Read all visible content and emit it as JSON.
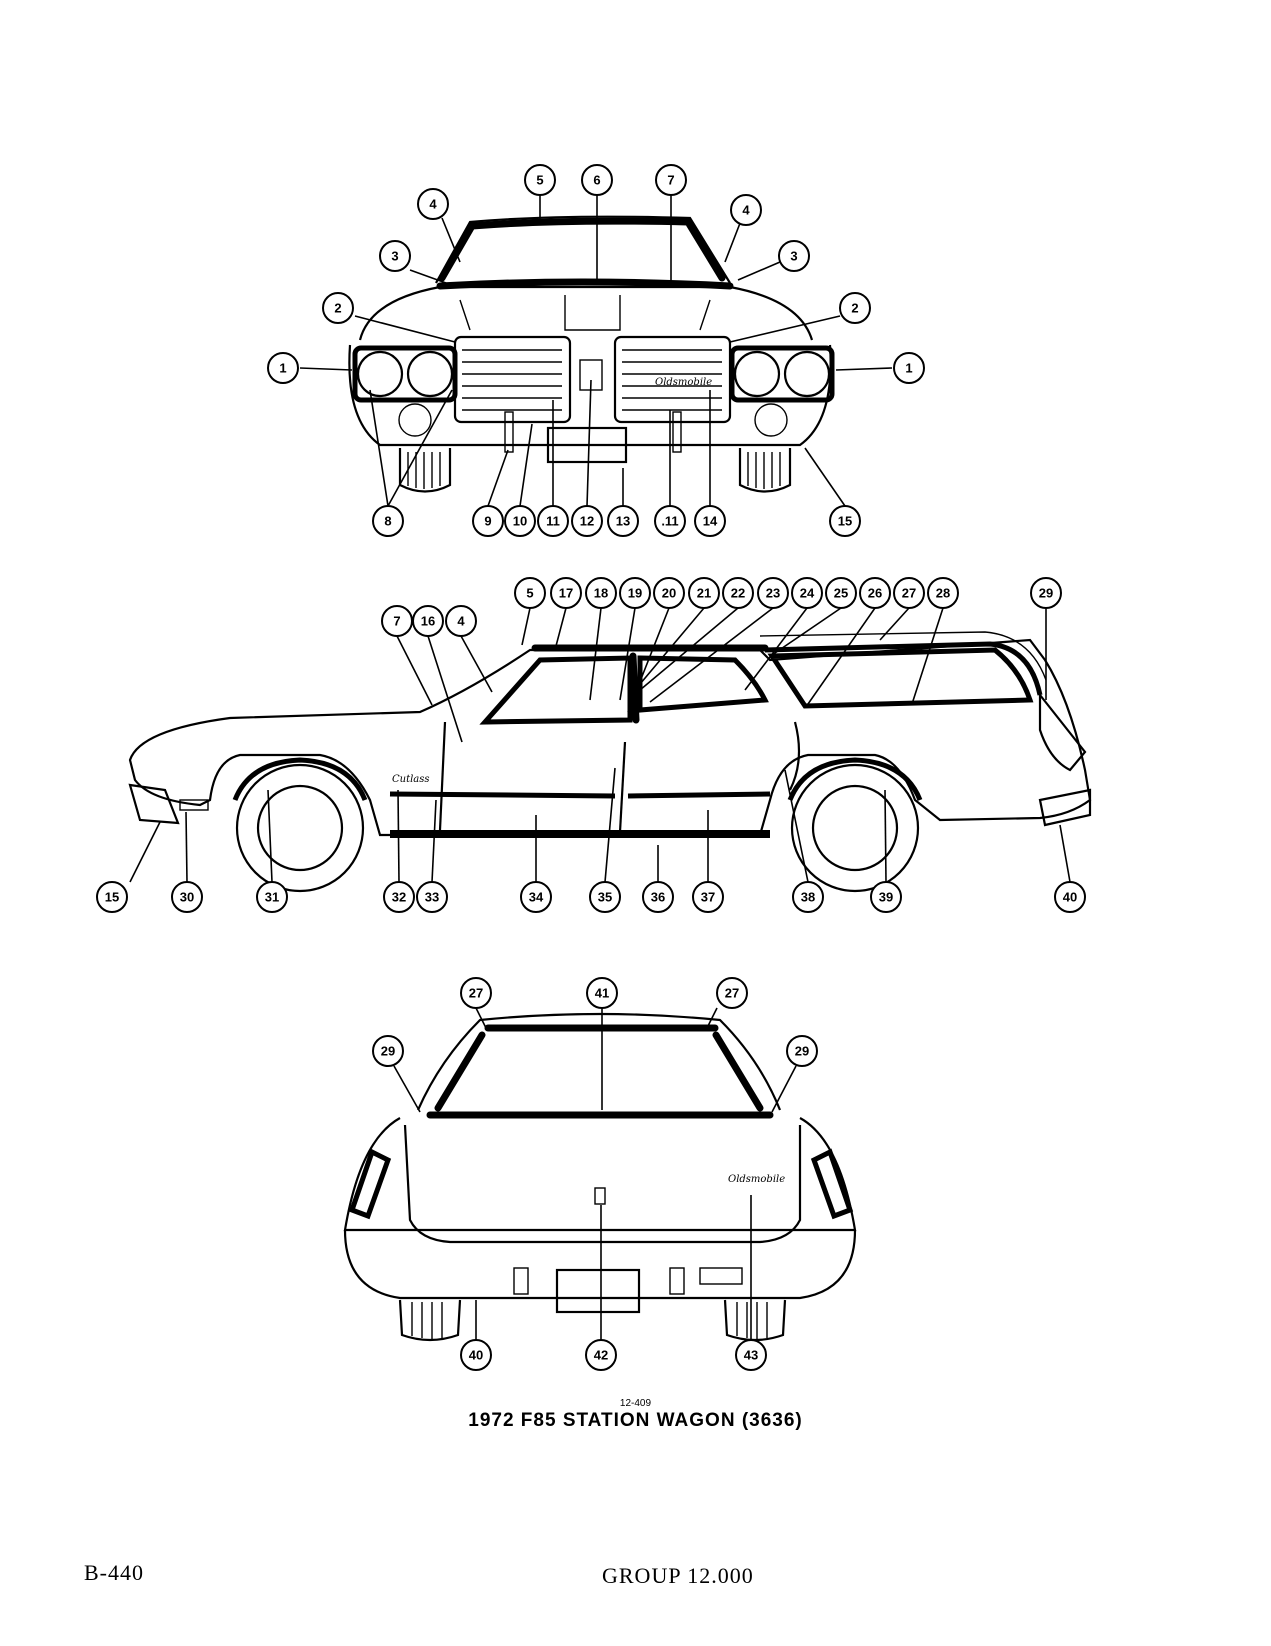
{
  "figure": {
    "id": "12-409",
    "title": "1972 F85 STATION WAGON (3636)"
  },
  "footer": {
    "page": "B-440",
    "group": "GROUP 12.000"
  },
  "callouts": {
    "front": [
      "1",
      "1",
      "2",
      "2",
      "3",
      "3",
      "4",
      "4",
      "5",
      "6",
      "7",
      "8",
      "9",
      "10",
      "11",
      "12",
      "13",
      ".11",
      "14",
      "15"
    ],
    "side": [
      "5",
      "17",
      "18",
      "19",
      "20",
      "21",
      "22",
      "23",
      "24",
      "25",
      "26",
      "27",
      "28",
      "29",
      "7",
      "16",
      "4",
      "15",
      "30",
      "31",
      "32",
      "33",
      "34",
      "35",
      "36",
      "37",
      "38",
      "39",
      "40"
    ],
    "rear": [
      "27",
      "41",
      "27",
      "29",
      "29",
      "40",
      "42",
      "43"
    ]
  }
}
